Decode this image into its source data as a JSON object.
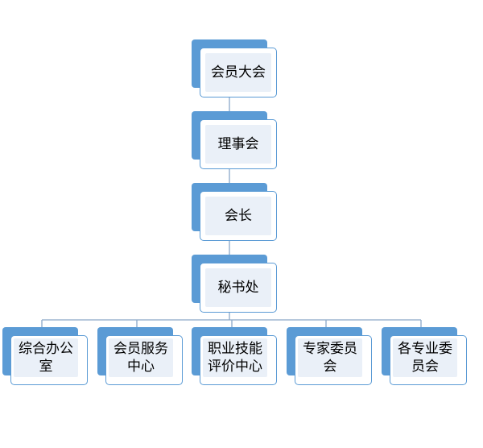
{
  "org_chart": {
    "level1": "会员大会",
    "level2": "理事会",
    "level3": "会长",
    "level4": "秘书处",
    "departments": [
      "综合办公\n室",
      "会员服务\n中心",
      "职业技能\n评价中心",
      "专家委员\n会",
      "各专业委\n员会"
    ]
  },
  "colors": {
    "accent": "#5b9bd5",
    "connector": "#8aa8c8",
    "inner_fill": "#eaf0f8"
  }
}
